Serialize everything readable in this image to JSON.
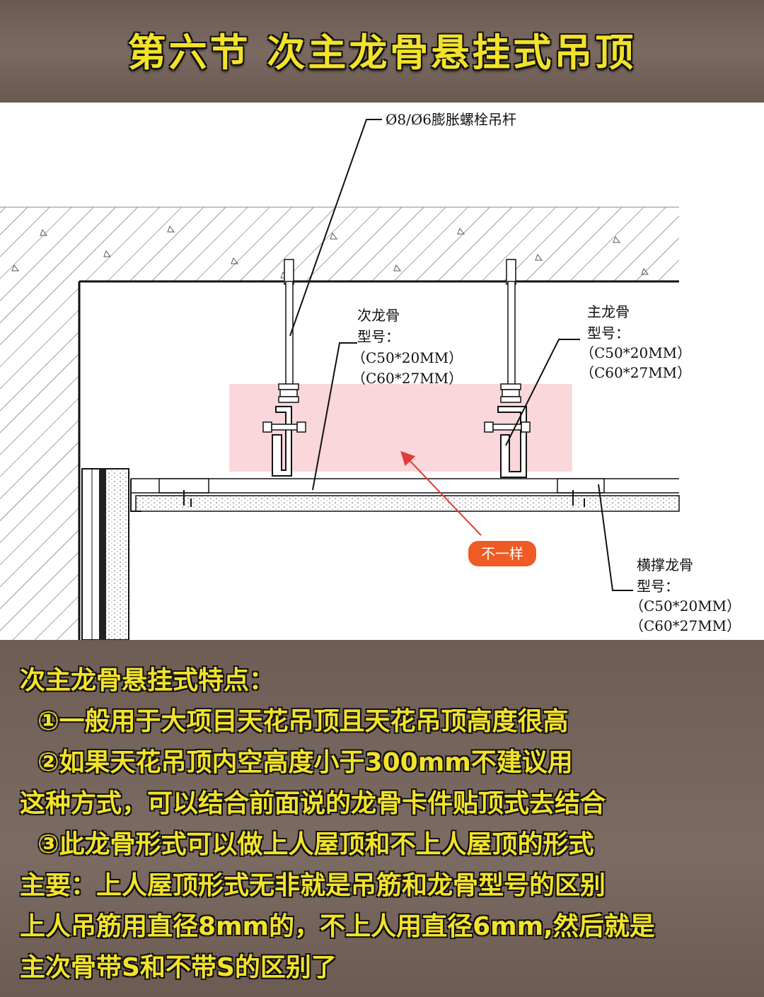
{
  "title": "第六节   次主龙骨悬挂式吊顶",
  "diagram": {
    "rod_label": "Ø8/Ø6膨胀螺栓吊杆",
    "secondary": {
      "name": "次龙骨",
      "model_label": "型号：",
      "spec1": "（C50*20MM）",
      "spec2": "（C60*27MM）"
    },
    "main": {
      "name": "主龙骨",
      "model_label": "型号：",
      "spec1": "（C50*20MM）",
      "spec2": "（C60*27MM）"
    },
    "cross": {
      "name": "横撑龙骨",
      "model_label": "型号：",
      "spec1": "（C50*20MM）",
      "spec2": "（C60*27MM）"
    },
    "badge": "不一样",
    "colors": {
      "highlight": "#f9d3d6",
      "arrow": "#e23b3b",
      "badge": "#f05a24"
    }
  },
  "features": {
    "heading": "次主龙骨悬挂式特点：",
    "lines": [
      "  ①一般用于大项目天花吊顶且天花吊顶高度很高",
      "  ②如果天花吊顶内空高度小于300mm不建议用",
      "这种方式，可以结合前面说的龙骨卡件贴顶式去结合",
      "  ③此龙骨形式可以做上人屋顶和不上人屋顶的形式",
      "主要：上人屋顶形式无非就是吊筋和龙骨型号的区别",
      "上人吊筋用直径8mm的，不上人用直径6mm,然后就是",
      "主次骨带S和不带S的区别了"
    ]
  }
}
